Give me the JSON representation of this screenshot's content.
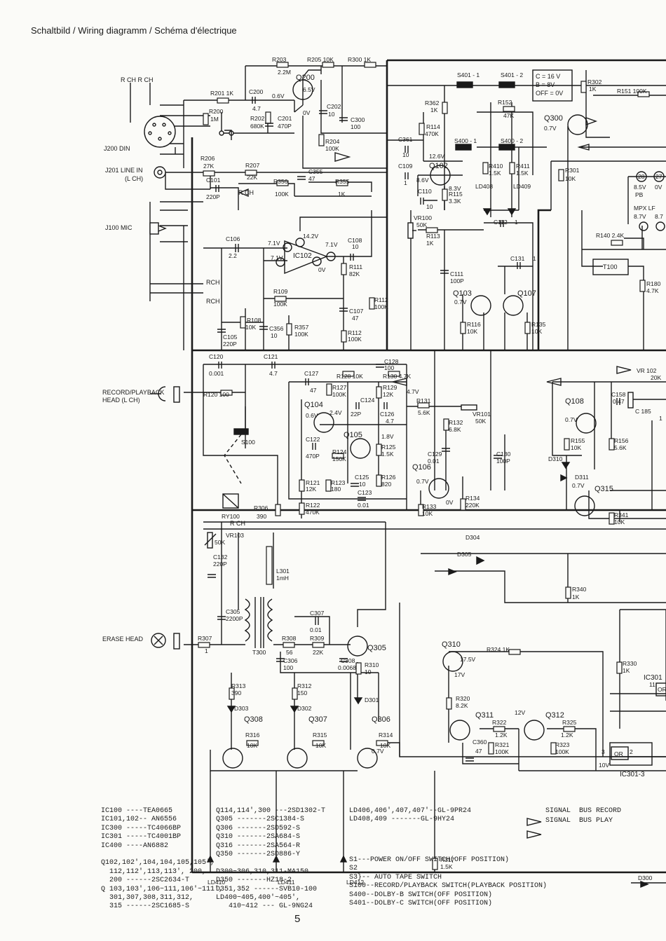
{
  "header": {
    "title": "Schaltbild / Wiring diagramm / Schéma d'électrique"
  },
  "page_number": "5",
  "connectors": {
    "rch_top": "R CH   R CH",
    "j200": "J200  DIN",
    "j201_a": "J201 LINE IN",
    "j201_b": "(L CH)",
    "j100": "J100  MIC",
    "rch1": "RCH",
    "rch2": "RCH",
    "rch3": "R CH",
    "rch4": "R CH",
    "rec_head_a": "RECORD/PLAYBACK",
    "rec_head_b": "HEAD (L CH)",
    "erase_head": "ERASE HEAD"
  },
  "components": {
    "R203": "R203",
    "R203v": "2.2M",
    "R205": "R205  10K",
    "R300": "R300  1K",
    "Q200": "Q200",
    "R201": "R201  1K",
    "C200": "C200",
    "C200v": "4.7",
    "v06": "0.6V",
    "v65": "6.5V",
    "v0": "0V",
    "C202": "C202",
    "C202v": "10",
    "C300": "C300",
    "C300v": "100",
    "R200": "R200",
    "R200v": "1M",
    "R202": "R202",
    "R202v": "680K",
    "C201": "C201",
    "C201v": "470P",
    "R204": "R204",
    "R204v": "100K",
    "R206": "R206",
    "R206v": "27K",
    "R207": "R207",
    "R207v": "22K",
    "C355": "C355",
    "C355v": "47",
    "C101": "C101",
    "C101v": "220P",
    "R356": "R356",
    "R356v": "100K",
    "R355": "R355",
    "R355v": "1K",
    "C106": "C106",
    "C106v": "2.2",
    "IC102": "IC102",
    "v142": "14.2V",
    "v71a": "7.1V",
    "v71b": "7.1V",
    "v71c": "7.1V",
    "v0b": "0V",
    "C108": "C108",
    "C108v": "10",
    "R111": "R111",
    "R111v": "82K",
    "R109": "R109",
    "R109v": "100K",
    "R112a": "R112",
    "R112av": "100K",
    "C107": "C107",
    "C107v": "47",
    "R112b": "R112",
    "R112bv": "100K",
    "R108": "R108",
    "R108v": "10K",
    "C356": "C356",
    "C356v": "10",
    "R357": "R357",
    "R357v": "100K",
    "C105": "C105",
    "C105v": "220P",
    "S401_1": "S401 - 1",
    "S401_2": "S401 - 2",
    "box1": "C  = 16 V",
    "box2": "B  =  8V",
    "box3": "OFF = 0V",
    "R362": "R362",
    "R362v": "1K",
    "R152": "R152",
    "R152v": "47K",
    "R114": "R114",
    "R114v": "470K",
    "S400_1": "S400 - 1",
    "S400_2": "S400 - 2",
    "C361": "C361",
    "C361v": "10",
    "C109": "C109",
    "C109v": "1",
    "v126": "12.6V",
    "Q102": "Q102",
    "v86": "8.6V",
    "v83": "8.3V",
    "C110": "C110",
    "C110v": "10",
    "R410": "R410",
    "R410v": "1.5K",
    "R411": "R411",
    "R411v": "1.5K",
    "LD408": "LD408",
    "LD409": "LD409",
    "R115": "R115",
    "R115v": "3.3K",
    "VR100": "VR100",
    "VR100v": "50K",
    "R113": "R113",
    "R113v": "1K",
    "C112": "C112",
    "C112v": "1",
    "C131": "C131",
    "C131v": "1",
    "C111": "C111",
    "C111v": "100P",
    "Q103": "Q103",
    "Q107": "Q107",
    "v07a": "0.7V",
    "R116": "R116",
    "R116v": "10K",
    "R135": "R135",
    "R135v": "10K",
    "R302": "R302",
    "R302v": "1K",
    "R151": "R151  100K",
    "Q300": "Q300",
    "v07b": "0.7V",
    "R301": "R301",
    "R301v": "10K",
    "p28": "28",
    "p27": "27",
    "v85": "8.5V",
    "v0c": "0V",
    "pb": "PB",
    "mpx": "MPX  LF",
    "v87a": "8.7V",
    "v87b": "8.7",
    "R140": "R140  2.4K",
    "T100": "T100",
    "R180": "R180",
    "R180v": "4.7K",
    "C120": "C120",
    "C120v": "0.001",
    "C121": "C121",
    "C121v": "4.7",
    "R120": "R120  100",
    "S100": "S100",
    "RY100": "RY100",
    "R306": "R306",
    "R306v": "390",
    "C128": "C128",
    "C128v": "100",
    "C127": "C127",
    "C127v": "47",
    "R128": "R128  10K",
    "R130": "R130 4.7K",
    "R127": "R127",
    "R127v": "100K",
    "R129": "R129",
    "R129v": "12K",
    "v47": "4.7V",
    "Q104": "Q104",
    "C124": "C124",
    "C124v": "22P",
    "C126": "C126",
    "C126v": "4.7",
    "R131": "R131",
    "R131v": "5.6K",
    "VR101": "VR101",
    "VR101v": "50K",
    "v06b": "0.6V",
    "v24": "2.4V",
    "Q105": "Q105",
    "v18": "1.8V",
    "R132": "R132",
    "R132v": "6.8K",
    "C122": "C122",
    "C122v": "470P",
    "R124": "R124",
    "R124v": "150K",
    "R125": "R125",
    "R125v": "1.5K",
    "C129": "C129",
    "C129v": "0.01",
    "C130": "C130",
    "C130v": "100P",
    "C125": "C125",
    "C125v": "10",
    "R121": "R121",
    "R121v": "12K",
    "R123": "R123",
    "R123v": "180",
    "C123": "C123",
    "C123v": "0.01",
    "R126": "R126",
    "R126v": "820",
    "R122": "R122",
    "R122v": "470K",
    "Q106": "Q106",
    "v07c": "0.7V",
    "R133": "R133",
    "R133v": "10K",
    "v0d": "0V",
    "R134": "R134",
    "R134v": "220K",
    "Q108": "Q108",
    "v07d": "0.7V",
    "R155": "R155",
    "R155v": "10K",
    "R156": "R156",
    "R156v": "5.6K",
    "C158": "C158",
    "C158v": "0.47",
    "C185": "C 185",
    "C185v": "1",
    "VR102": "VR 102",
    "VR102v": "20K",
    "D310": "D310",
    "D311": "D311",
    "v07e": "0.7V",
    "Q315": "Q315",
    "R341": "R341",
    "R341v": "10K",
    "VR103": "VR103",
    "VR103v": "50K",
    "C132": "C132",
    "C132v": "220P",
    "L301": "L301",
    "L301v": "1mH",
    "D304": "D304",
    "D305": "D305",
    "R340": "R340",
    "R340v": "1K",
    "C305": "C305",
    "C305v": "2200P",
    "R307": "R307",
    "R307v": "1",
    "T300": "T300",
    "C307": "C307",
    "C307v": "0.01",
    "R308": "R308",
    "R308v": "56",
    "R309": "R309",
    "R309v": "22K",
    "Q305": "Q305",
    "C306": "C306",
    "C306v": "100",
    "C308": "C308",
    "C308v": "0.0068",
    "R310": "R310",
    "R310v": "10",
    "Q310": "Q310",
    "v175": "17.5V",
    "v17": "17V",
    "R324": "R324  1K",
    "R320": "R320",
    "R320v": "8.2K",
    "Q311": "Q311",
    "v12": "12V",
    "Q312": "Q312",
    "R322": "R322",
    "R322v": "1.2K",
    "R325": "R325",
    "R325v": "1.2K",
    "C360": "C360",
    "C360v": "47",
    "R321": "R321",
    "R321v": "100K",
    "R323": "R323",
    "R323v": "100K",
    "R330": "R330",
    "R330v": "1K",
    "IC301": "IC301",
    "IC301b": "IC301-3",
    "OR": "OR",
    "OR2": "OR",
    "v10": "10V",
    "p3": "3",
    "p2": "2",
    "p11": "11",
    "R313": "R313",
    "R313v": "390",
    "R312": "R312",
    "R312v": "150",
    "D303": "D303",
    "D302": "D302",
    "D301": "D301",
    "Q308": "Q308",
    "Q307": "Q307",
    "Q306": "Q306",
    "R316": "R316",
    "R316v": "10K",
    "R315": "R315",
    "R315v": "10K",
    "R314": "R314",
    "R314v": "10K",
    "v07f": "0.7V",
    "LD410": "LD410",
    "LD411": "LD411",
    "LD412": "LD412",
    "R317": "R317",
    "R317v": "1.5K",
    "D300": "D300"
  },
  "legend": {
    "col1": "IC100 ----TEA0665\nIC101,102-- AN6556\nIC300 -----TC4066BP\nIC301 -----TC4001BP\nIC400 ----AN6882\n\nQ102,102',104,104,105,105',\n  112,112',113,113', 200,\n  200 ------2SC2634-T\nQ 103,103',106~111,106'~111',\n  301,307,308,311,312,\n  315 ------2SC1685-S",
    "col2": "Q114,114',300 ---2SD1302-T\nQ305 -------2SC1384-S\nQ306 -------2SD592-S\nQ310 -------2SA684-S\nQ316 -------2SA564-R\nQ350 -------2SD886-Y\n\nD300~306,310,311-MA150\nD350 -------HZ18-2\nD351,352 ------SVB10-100\nLD400~405,400'~405',\n   410~412 --- GL-9NG24",
    "col3": "LD406,406',407,407'--GL-9PR24\nLD408,409 -------GL-9HY24",
    "col4": "S1---POWER ON/OFF SWITCH(OFF POSITION)\nS2\nS3}-- AUTO TAPE SWITCH\nS100--RECORD/PLAYBACK SWITCH(PLAYBACK POSITION)\nS400--DOLBY-B SWITCH(OFF POSITION)\nS401--DOLBY-C SWITCH(OFF POSITION)",
    "signal_record": "SIGNAL  BUS RECORD",
    "signal_play": "SIGNAL  BUS PLAY"
  }
}
